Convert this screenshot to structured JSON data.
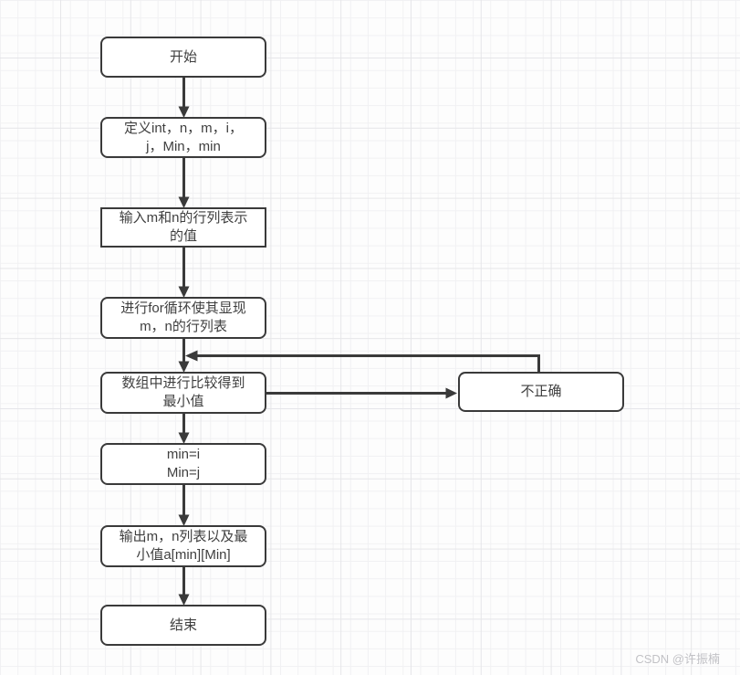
{
  "diagram": {
    "title": "flowchart",
    "colors": {
      "stroke": "#3a3a3a",
      "node_fill": "#ffffff",
      "background": "#fdfdfd",
      "grid_minor": "#f1f1f3",
      "grid_major": "#e6e6e9",
      "watermark": "#c2c2c6"
    },
    "nodes": {
      "start": {
        "label": "开始",
        "shape": "rounded"
      },
      "define": {
        "label": "定义int，n，m，i，\nj，Min，min",
        "shape": "rounded"
      },
      "input": {
        "label": "输入m和n的行列表示\n的值",
        "shape": "square"
      },
      "forloop": {
        "label": "进行for循环使其显现\nm，n的行列表",
        "shape": "rounded"
      },
      "compare": {
        "label": "数组中进行比较得到\n最小值",
        "shape": "rounded"
      },
      "assign": {
        "label": "min=i\nMin=j",
        "shape": "rounded"
      },
      "output": {
        "label": "输出m，n列表以及最\n小值a[min][Min]",
        "shape": "rounded"
      },
      "end": {
        "label": "结束",
        "shape": "rounded"
      },
      "incorrect": {
        "label": "不正确",
        "shape": "rounded"
      }
    },
    "edges": [
      {
        "from": "start",
        "to": "define"
      },
      {
        "from": "define",
        "to": "input"
      },
      {
        "from": "input",
        "to": "forloop"
      },
      {
        "from": "forloop",
        "to": "compare"
      },
      {
        "from": "compare",
        "to": "incorrect"
      },
      {
        "from": "incorrect",
        "to": "compare-edge",
        "note": "feedback loop back into the forloop→compare arrow"
      },
      {
        "from": "compare",
        "to": "assign"
      },
      {
        "from": "assign",
        "to": "output"
      },
      {
        "from": "output",
        "to": "end"
      }
    ]
  },
  "watermark": {
    "text": "CSDN @许振楠"
  }
}
